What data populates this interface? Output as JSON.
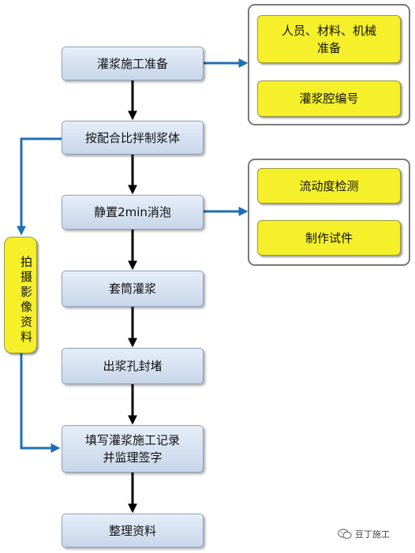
{
  "main_flow": [
    {
      "lines": [
        "灌浆施工准备"
      ]
    },
    {
      "lines": [
        "按配合比拌制浆体"
      ]
    },
    {
      "lines": [
        "静置2min消泡"
      ]
    },
    {
      "lines": [
        "套筒灌浆"
      ]
    },
    {
      "lines": [
        "出浆孔封堵"
      ]
    },
    {
      "lines": [
        "填写灌浆施工记录",
        "并监理签字"
      ]
    },
    {
      "lines": [
        "整理资料"
      ]
    }
  ],
  "prep_group": {
    "items": [
      {
        "lines": [
          "人员、材料、机械",
          "准备"
        ]
      },
      {
        "lines": [
          "灌浆腔编号"
        ]
      }
    ]
  },
  "test_group": {
    "items": [
      {
        "lines": [
          "流动度检测"
        ]
      },
      {
        "lines": [
          "制作试件"
        ]
      }
    ]
  },
  "side_node": {
    "label": "拍摄影像资料"
  },
  "watermark": {
    "text": "豆丁施工"
  },
  "colors": {
    "node_fill": "#c7d6ea",
    "highlight_fill": "#f5f02a",
    "main_arrow": "#000000",
    "side_arrow": "#1f6fb6",
    "group_border": "#7a7a7a"
  }
}
